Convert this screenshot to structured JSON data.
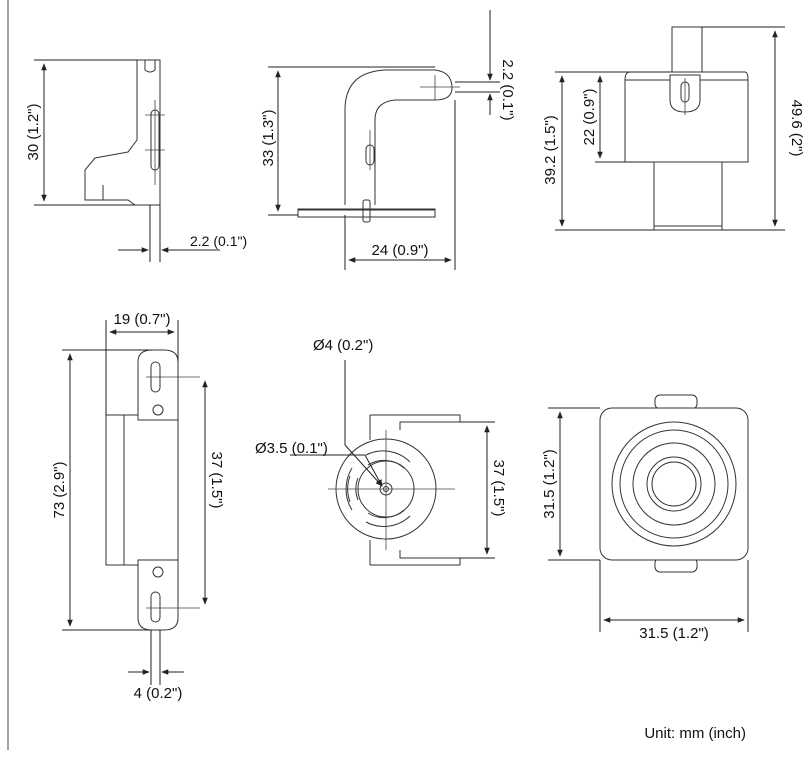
{
  "dimensions": {
    "side_height": "30 (1.2\")",
    "side_thickness": "2.2 (0.1\")",
    "bracket_height": "33 (1.3\")",
    "bracket_top_thickness": "2.2 (0.1\")",
    "bracket_depth": "24 (0.9\")",
    "body_height": "22 (0.9\")",
    "lower_height": "39.2 (1.5\")",
    "total_height": "49.6 (2\")",
    "plate_width": "19 (0.7\")",
    "plate_length": "73 (2.9\")",
    "hole_spacing": "37 (1.5\")",
    "slot_width": "4 (0.2\")",
    "center_hole": "Ø4 (0.2\")",
    "slot_hole": "Ø3.5 (0.1\")",
    "mount_span": "37 (1.5\")",
    "front_height": "31.5 (1.2\")",
    "front_width": "31.5 (1.2\")"
  },
  "unit_note": "Unit: mm (inch)"
}
